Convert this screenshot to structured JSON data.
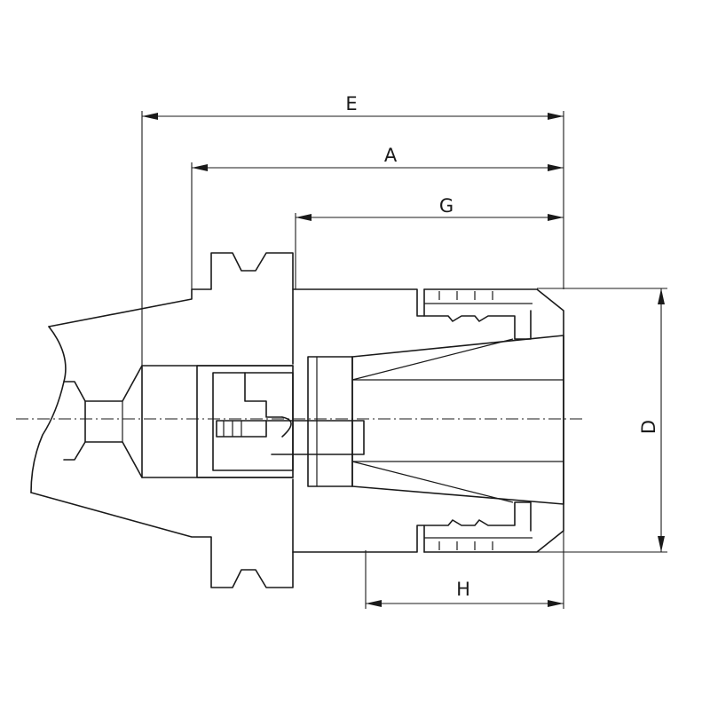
{
  "drawing": {
    "dimension_labels": {
      "E": "E",
      "A": "A",
      "G": "G",
      "D": "D",
      "H": "H"
    }
  }
}
